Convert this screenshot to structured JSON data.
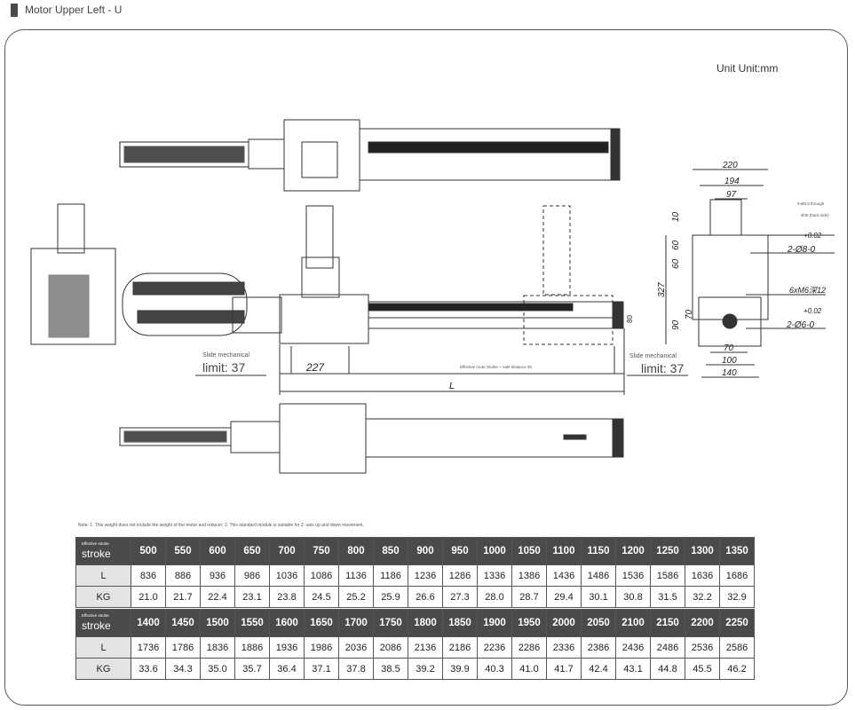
{
  "header": {
    "title": "Motor Upper Left  - U"
  },
  "unit_label": "Unit Unit:mm",
  "drawing": {
    "dims_side": {
      "w220": "220",
      "w194": "194",
      "w97": "97",
      "h10": "10",
      "h60a": "60",
      "h60b": "60",
      "h327": "327",
      "h90": "90",
      "h70": "70",
      "b70": "70",
      "b100": "100",
      "b140": "140"
    },
    "callouts": {
      "through": "9-Ø8.5 through",
      "back": "Ø48 (back side)",
      "pin1": "2-Ø8-0",
      "tol1": "+0.02",
      "tapped": "6xM6深12",
      "pin2": "2-Ø6-0",
      "tol2": "+0.02"
    },
    "front": {
      "limit_title": "Slide mechanical",
      "limit_left": "limit: 37",
      "limit_right": "limit: 37",
      "dim227": "227",
      "stroke_note": "Effective route Storke + safe distance 35",
      "dimL": "L",
      "h80": "80"
    }
  },
  "note": "Note: 1. This weight does not include the weight of the motor and reducer; 2. This standard module is suitable for Z- axis up and down movement.",
  "tables": [
    {
      "head_small": "Effective stroke",
      "head": "stroke",
      "stroke": [
        "500",
        "550",
        "600",
        "650",
        "700",
        "750",
        "800",
        "850",
        "900",
        "950",
        "1000",
        "1050",
        "1100",
        "1150",
        "1200",
        "1250",
        "1300",
        "1350"
      ],
      "L": [
        "836",
        "886",
        "936",
        "986",
        "1036",
        "1086",
        "1136",
        "1186",
        "1236",
        "1286",
        "1336",
        "1386",
        "1436",
        "1486",
        "1536",
        "1586",
        "1636",
        "1686"
      ],
      "KG": [
        "21.0",
        "21.7",
        "22.4",
        "23.1",
        "23.8",
        "24.5",
        "25.2",
        "25.9",
        "26.6",
        "27.3",
        "28.0",
        "28.7",
        "29.4",
        "30.1",
        "30.8",
        "31.5",
        "32.2",
        "32.9"
      ]
    },
    {
      "head_small": "Effective stroke",
      "head": "stroke",
      "stroke": [
        "1400",
        "1450",
        "1500",
        "1550",
        "1600",
        "1650",
        "1700",
        "1750",
        "1800",
        "1850",
        "1900",
        "1950",
        "2000",
        "2050",
        "2100",
        "2150",
        "2200",
        "2250"
      ],
      "L": [
        "1736",
        "1786",
        "1836",
        "1886",
        "1936",
        "1986",
        "2036",
        "2086",
        "2136",
        "2186",
        "2236",
        "2286",
        "2336",
        "2386",
        "2436",
        "2486",
        "2536",
        "2586"
      ],
      "KG": [
        "33.6",
        "34.3",
        "35.0",
        "35.7",
        "36.4",
        "37.1",
        "37.8",
        "38.5",
        "39.2",
        "39.9",
        "40.3",
        "41.0",
        "41.7",
        "42.4",
        "43.1",
        "44.8",
        "45.5",
        "46.2"
      ]
    }
  ],
  "row_labels": {
    "L": "L",
    "KG": "KG"
  }
}
